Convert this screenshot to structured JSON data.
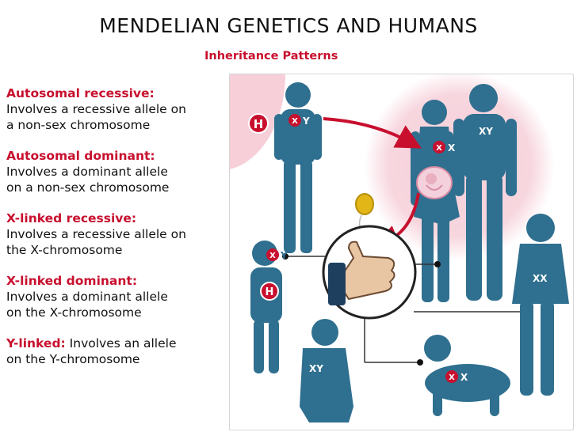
{
  "title": "MENDELIAN GENETICS AND HUMANS",
  "subtitle": "Inheritance Patterns",
  "patterns": [
    {
      "name": "Autosomal recessive:",
      "line1": "Involves a recessive allele on",
      "line2": "a non-sex chromosome"
    },
    {
      "name": "Autosomal dominant:",
      "line1": "Involves a dominant allele",
      "line2": "on a non-sex chromosome"
    },
    {
      "name": "X-linked recessive:",
      "line1": "Involves a recessive allele on",
      "line2": "the X-chromosome"
    },
    {
      "name": "X-linked dominant:",
      "line1": "Involves a dominant allele",
      "line2": "on the X-chromosome"
    },
    {
      "name": "Y-linked:",
      "inline": " Involves an allele",
      "line2": "on the Y-chromosome"
    }
  ],
  "figure": {
    "labels": {
      "grandfather_allele": "H",
      "grandfather_y": "Y",
      "mother_x": "X",
      "father_sex": "XY",
      "boy_y": "Y",
      "boy_allele": "H",
      "girl_sex": "XX",
      "toddler_sex": "XY",
      "baby_x": "X",
      "chromosome_mark": "X"
    },
    "colors": {
      "figure": "#2f6f8f",
      "accent": "#c8102e",
      "highlight": "#f6cfd9"
    }
  }
}
